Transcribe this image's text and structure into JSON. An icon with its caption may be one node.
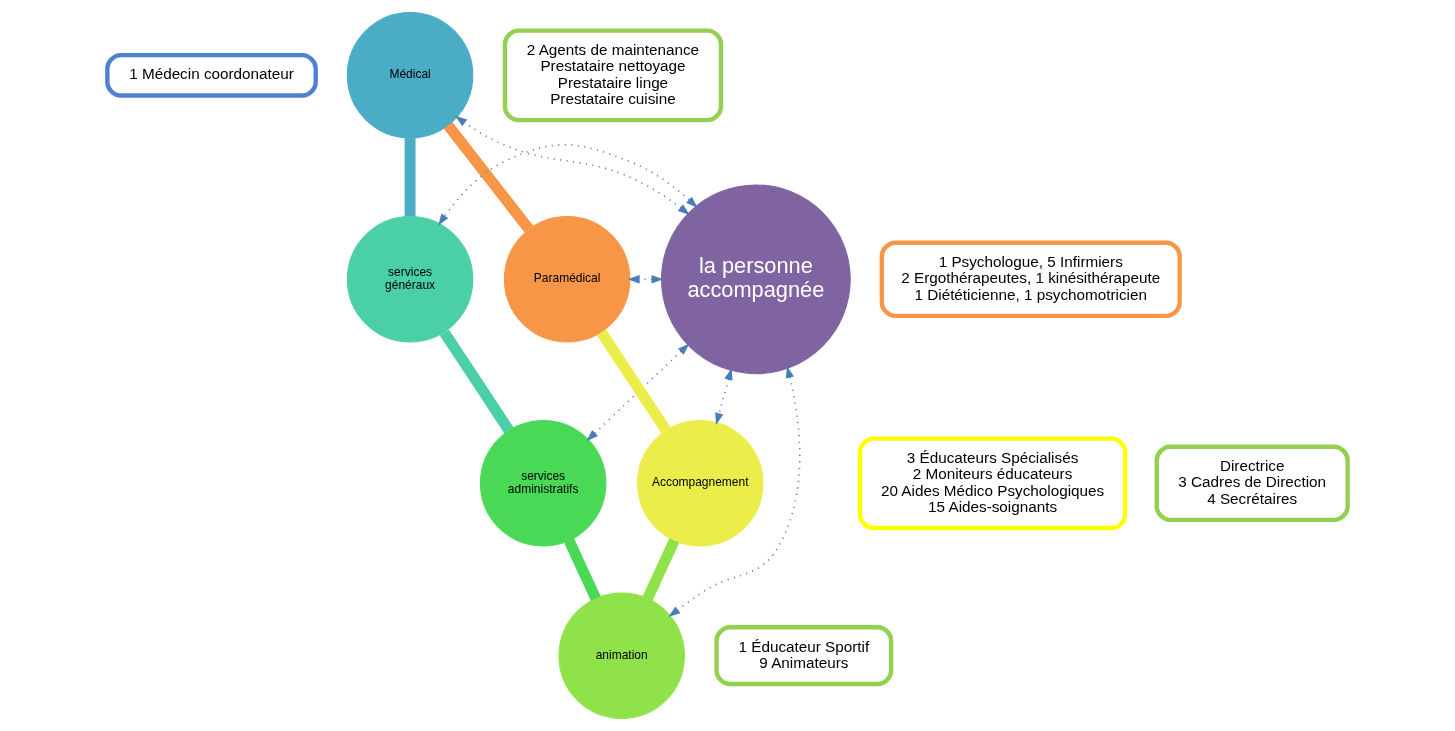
{
  "diagram": {
    "nodes": [
      {
        "text": [
          "1 Médecin coordonateur"
        ]
      },
      {
        "text": [
          "Médical"
        ]
      },
      {
        "text": [
          "2 Agents de maintenance",
          "Prestataire nettoyage",
          "Prestataire linge",
          "Prestataire cuisine"
        ]
      },
      {
        "text": [
          "Paramédical"
        ]
      },
      {
        "text": [
          "1 Psychologue, 5 Infirmiers",
          "2 Ergothérapeutes, 1 kinésithérapeute",
          "1 Diététicienne, 1 psychomotricien"
        ]
      },
      {
        "text": [
          "services généraux"
        ]
      },
      {
        "text": [
          "la personne accompagnée"
        ]
      },
      {
        "text": [
          "Accompagnement"
        ]
      },
      {
        "text": [
          "3 Éducateurs Spécialisés",
          "2 Moniteurs éducateurs",
          "20 Aides Médico Psychologiques",
          "15 Aides-soignants"
        ]
      },
      {
        "text": [
          "services administratifs"
        ]
      },
      {
        "text": [
          "Directrice",
          "3 Cadres de Direction",
          "4 Secrétaires"
        ]
      },
      {
        "text": [
          "animation"
        ]
      },
      {
        "text": [
          "1 Éducateur Sportif",
          "9 Animateurs"
        ]
      }
    ],
    "edges": [
      {
        "from": 1,
        "to": 5,
        "arrow": "none",
        "style": "thick",
        "color": "#4bacc6"
      },
      {
        "from": 5,
        "to": 9,
        "arrow": "none",
        "style": "thick",
        "color": "#4bcfa6"
      },
      {
        "from": 9,
        "to": 11,
        "arrow": "none",
        "style": "thick",
        "color": "#4ad957"
      },
      {
        "from": 11,
        "to": 7,
        "arrow": "none",
        "style": "thick",
        "color": "#8fe24a"
      },
      {
        "from": 7,
        "to": 3,
        "arrow": "none",
        "style": "thick",
        "color": "#ebee4a"
      },
      {
        "from": 3,
        "to": 1,
        "arrow": "none",
        "style": "thick",
        "color": "#f79646"
      },
      {
        "from": 6,
        "to": 1,
        "arrow": "both",
        "style": "dashed",
        "color": "#4a7ebb"
      },
      {
        "from": 6,
        "to": 5,
        "arrow": "both",
        "style": "dashed",
        "color": "#4a7ebb"
      },
      {
        "from": 6,
        "to": 9,
        "arrow": "both",
        "style": "dashed",
        "color": "#4a7ebb"
      },
      {
        "from": 6,
        "to": 11,
        "arrow": "both",
        "style": "dashed",
        "color": "#4a7ebb"
      },
      {
        "from": 6,
        "to": 7,
        "arrow": "both",
        "style": "dashed",
        "color": "#4a7ebb"
      },
      {
        "from": 6,
        "to": 3,
        "arrow": "both",
        "style": "dashed",
        "color": "#4a7ebb"
      }
    ]
  }
}
